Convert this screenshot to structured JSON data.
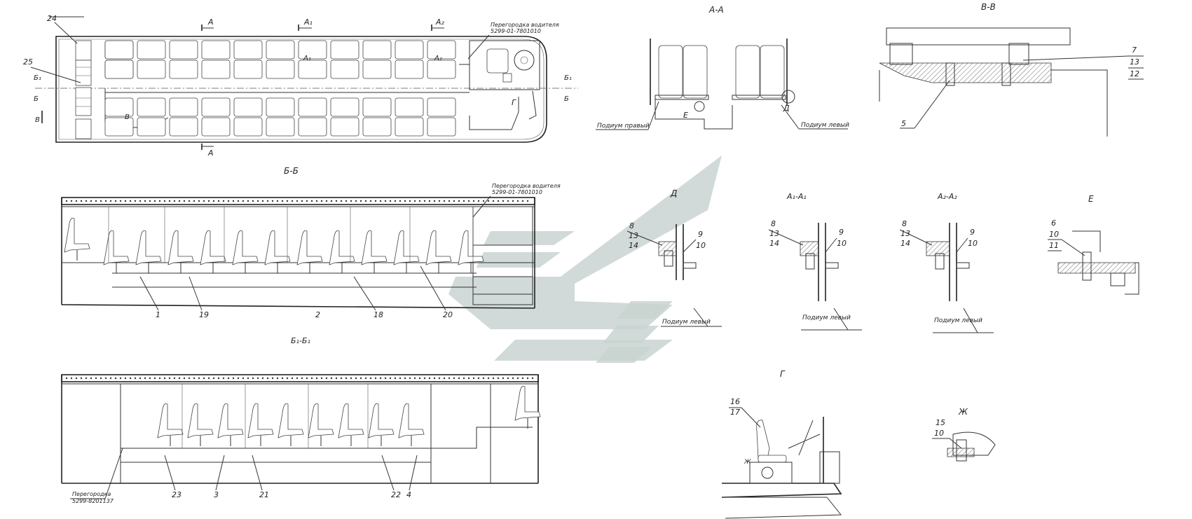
{
  "sections": {
    "aa": "А-А",
    "vv": "В-В",
    "bb": "Б-Б",
    "b1b1": "Б₁-Б₁",
    "d": "Д",
    "a1a1": "А₁-А₁",
    "a2a2": "А₂-А₂",
    "e": "Е",
    "g": "Г",
    "zh": "Ж"
  },
  "plan_marks": {
    "a": "А",
    "a1": "А₁",
    "a2": "А₂",
    "b": "Б",
    "b1": "Б₁",
    "v": "В",
    "g": "Г"
  },
  "notes": {
    "partition_driver": "Перегородка водителя",
    "partition_driver_no": "5299-01-7801010",
    "partition": "Перегородка",
    "partition_no": "5299-8201137",
    "podium_right": "Подиум правый",
    "podium_left": "Подиум левый"
  },
  "callouts": {
    "c1": "1",
    "c2": "2",
    "c3": "3",
    "c4": "4",
    "c5": "5",
    "c6": "6",
    "c7": "7",
    "c8": "8",
    "c9": "9",
    "c10": "10",
    "c11": "11",
    "c12": "12",
    "c13": "13",
    "c14": "14",
    "c15": "15",
    "c16": "16",
    "c17": "17",
    "c18": "18",
    "c19": "19",
    "c20": "20",
    "c21": "21",
    "c22": "22",
    "c23": "23",
    "c24": "24",
    "c25": "25"
  },
  "detail_marks": {
    "d": "Д",
    "e": "Е",
    "zh": "Ж"
  }
}
